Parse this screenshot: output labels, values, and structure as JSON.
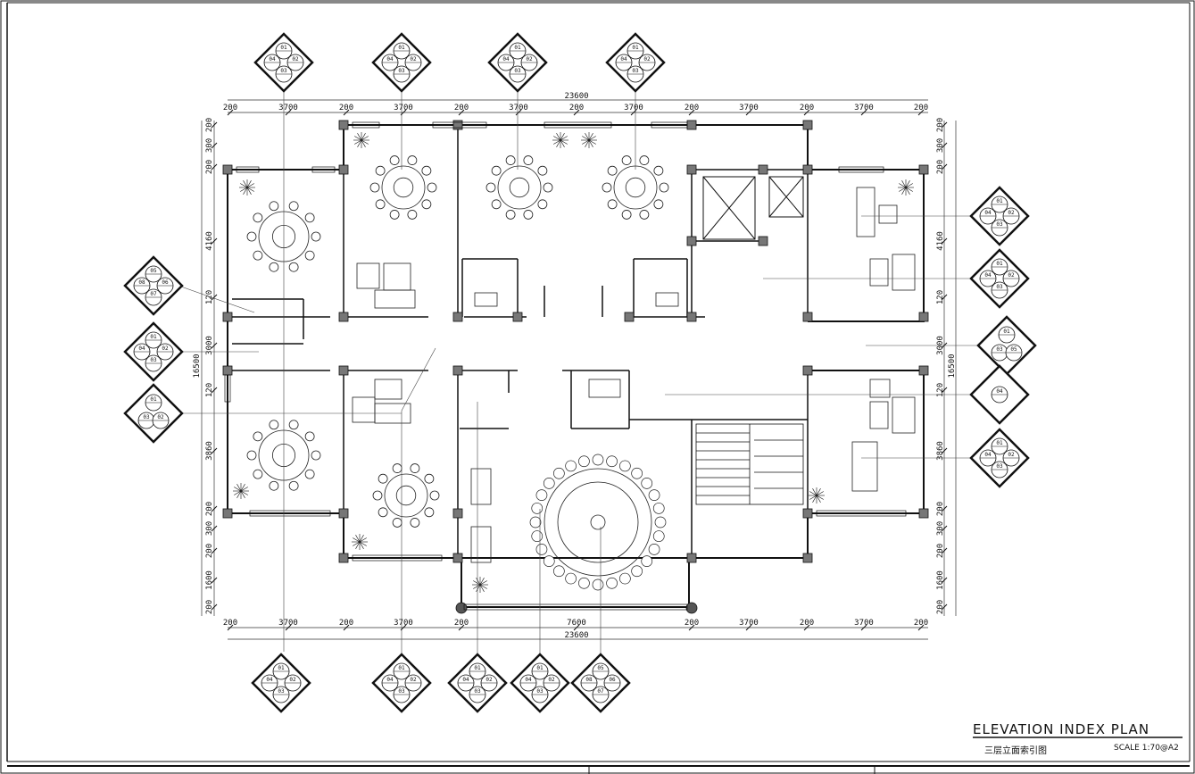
{
  "drawing": {
    "title": "ELEVATION INDEX PLAN",
    "subtitle_cn": "三层立面索引图",
    "scale": "SCALE  1:70@A2"
  },
  "dimensions": {
    "overall_top": "23600",
    "overall_bottom": "23600",
    "top_segments": [
      "200",
      "3700",
      "200",
      "3700",
      "200",
      "3700",
      "200",
      "3700",
      "200",
      "3700",
      "200",
      "3700",
      "200"
    ],
    "bottom_segments": [
      "200",
      "3700",
      "200",
      "3700",
      "200",
      "7600",
      "200",
      "3700",
      "200",
      "3700",
      "200"
    ],
    "left_segments": [
      "200",
      "300",
      "200",
      "4160",
      "120",
      "3000",
      "120",
      "3860",
      "200",
      "300",
      "200",
      "1600",
      "200"
    ],
    "right_segments": [
      "200",
      "300",
      "200",
      "4160",
      "120",
      "3000",
      "120",
      "3860",
      "200",
      "300",
      "200",
      "1600",
      "200"
    ],
    "left_total": "16500",
    "right_total": "16500"
  },
  "index_symbols": [
    {
      "id": "t1",
      "labels": [
        "01",
        "04",
        "02",
        "03"
      ]
    },
    {
      "id": "t2",
      "labels": [
        "01",
        "04",
        "02",
        "03"
      ]
    },
    {
      "id": "t3",
      "labels": [
        "01",
        "04",
        "02",
        "03"
      ]
    },
    {
      "id": "t4",
      "labels": [
        "01",
        "04",
        "02",
        "03"
      ]
    },
    {
      "id": "l1",
      "labels": [
        "05",
        "08",
        "06",
        "07"
      ]
    },
    {
      "id": "l2",
      "labels": [
        "01",
        "04",
        "02",
        "03"
      ]
    },
    {
      "id": "l3",
      "labels": [
        "01",
        "03",
        "02"
      ]
    },
    {
      "id": "r1",
      "labels": [
        "01",
        "04",
        "02",
        "03"
      ]
    },
    {
      "id": "r2",
      "labels": [
        "01",
        "04",
        "02",
        "03"
      ]
    },
    {
      "id": "r3",
      "labels": [
        "01",
        "03",
        "05"
      ]
    },
    {
      "id": "r4",
      "labels": [
        "04"
      ]
    },
    {
      "id": "r5",
      "labels": [
        "01",
        "04",
        "02",
        "03"
      ]
    },
    {
      "id": "b1",
      "labels": [
        "01",
        "04",
        "02",
        "03"
      ]
    },
    {
      "id": "b2",
      "labels": [
        "01",
        "04",
        "02",
        "03"
      ]
    },
    {
      "id": "b3",
      "labels": [
        "01",
        "04",
        "02",
        "03"
      ]
    },
    {
      "id": "b4",
      "labels": [
        "01",
        "04",
        "02",
        "03"
      ]
    },
    {
      "id": "b5",
      "labels": [
        "05",
        "08",
        "06",
        "07"
      ]
    }
  ]
}
